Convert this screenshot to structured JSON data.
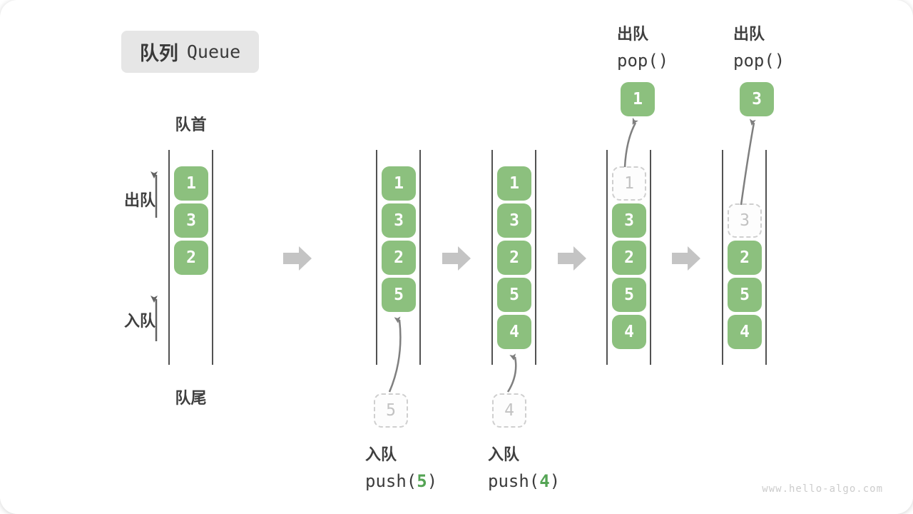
{
  "title": {
    "zh": "队列",
    "en": "Queue"
  },
  "labels": {
    "front": "队首",
    "rear": "队尾",
    "dequeue": "出队",
    "enqueue": "入队"
  },
  "colors": {
    "item_green": "#8cc07e",
    "code_arg_green": "#55a455",
    "dashed_gray": "#cfcfcf",
    "wall_gray": "#525252",
    "flow_arrow_gray": "#c4c4c4"
  },
  "icons": {
    "up_arrow": "↑",
    "flow_arrow": "➡"
  },
  "queues": {
    "q1": {
      "items": [
        "1",
        "3",
        "2"
      ]
    },
    "q2": {
      "items": [
        "1",
        "3",
        "2",
        "5"
      ],
      "staged": "5"
    },
    "q3": {
      "items": [
        "1",
        "3",
        "2",
        "5",
        "4"
      ],
      "staged": "4"
    },
    "q4": {
      "dashed": "1",
      "items": [
        "3",
        "2",
        "5",
        "4"
      ],
      "popped": "1"
    },
    "q5": {
      "dashed": "3",
      "items": [
        "2",
        "5",
        "4"
      ],
      "popped": "3"
    }
  },
  "ops": {
    "enq5": {
      "label": "入队",
      "code_pre": "push(",
      "arg": "5",
      "code_post": ")"
    },
    "enq4": {
      "label": "入队",
      "code_pre": "push(",
      "arg": "4",
      "code_post": ")"
    },
    "pop1": {
      "label": "出队",
      "code": "pop()"
    },
    "pop2": {
      "label": "出队",
      "code": "pop()"
    }
  },
  "watermark": "www.hello-algo.com"
}
